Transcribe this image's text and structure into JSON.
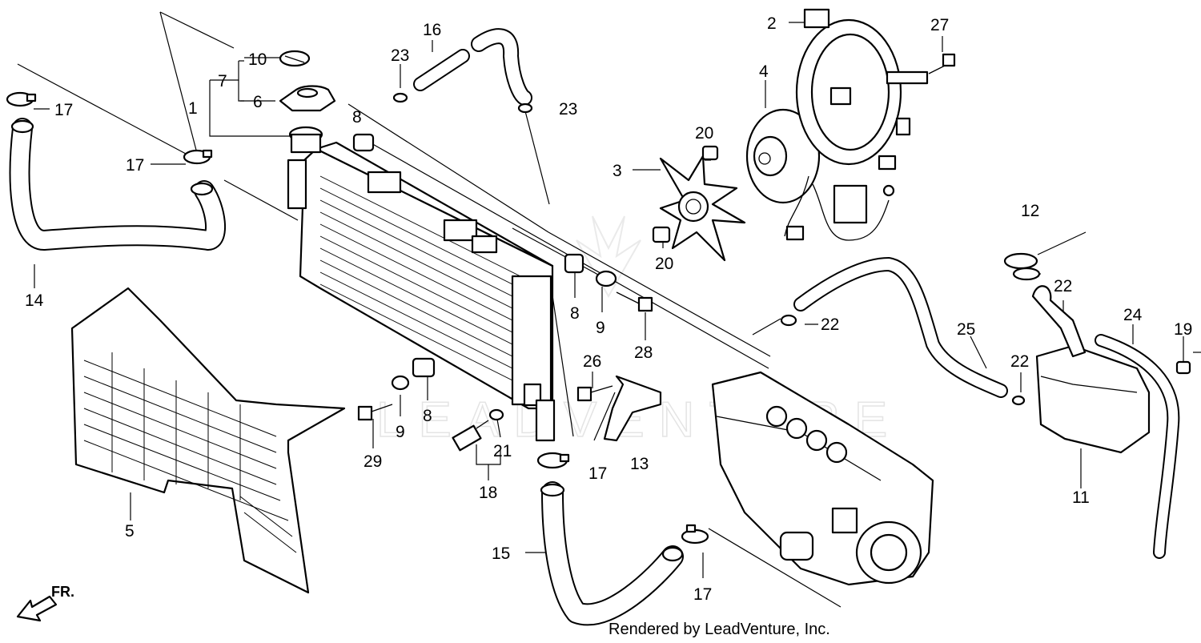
{
  "labels": {
    "p1": "1",
    "p2": "2",
    "p3": "3",
    "p4": "4",
    "p5": "5",
    "p6": "6",
    "p7": "7",
    "p8a": "8",
    "p8b": "8",
    "p8c": "8",
    "p9a": "9",
    "p9b": "9",
    "p10": "10",
    "p11": "11",
    "p12": "12",
    "p13": "13",
    "p14": "14",
    "p15": "15",
    "p16": "16",
    "p17a": "17",
    "p17b": "17",
    "p17c": "17",
    "p17d": "17",
    "p18": "18",
    "p19": "19",
    "p20a": "20",
    "p20b": "20",
    "p21": "21",
    "p22a": "22",
    "p22b": "22",
    "p22c": "22",
    "p23a": "23",
    "p23b": "23",
    "p24": "24",
    "p25": "25",
    "p26": "26",
    "p27": "27",
    "p28": "28",
    "p29": "29"
  },
  "direction": "FR.",
  "watermark": "LEADVENTURE",
  "credit": "Rendered by LeadVenture, Inc."
}
